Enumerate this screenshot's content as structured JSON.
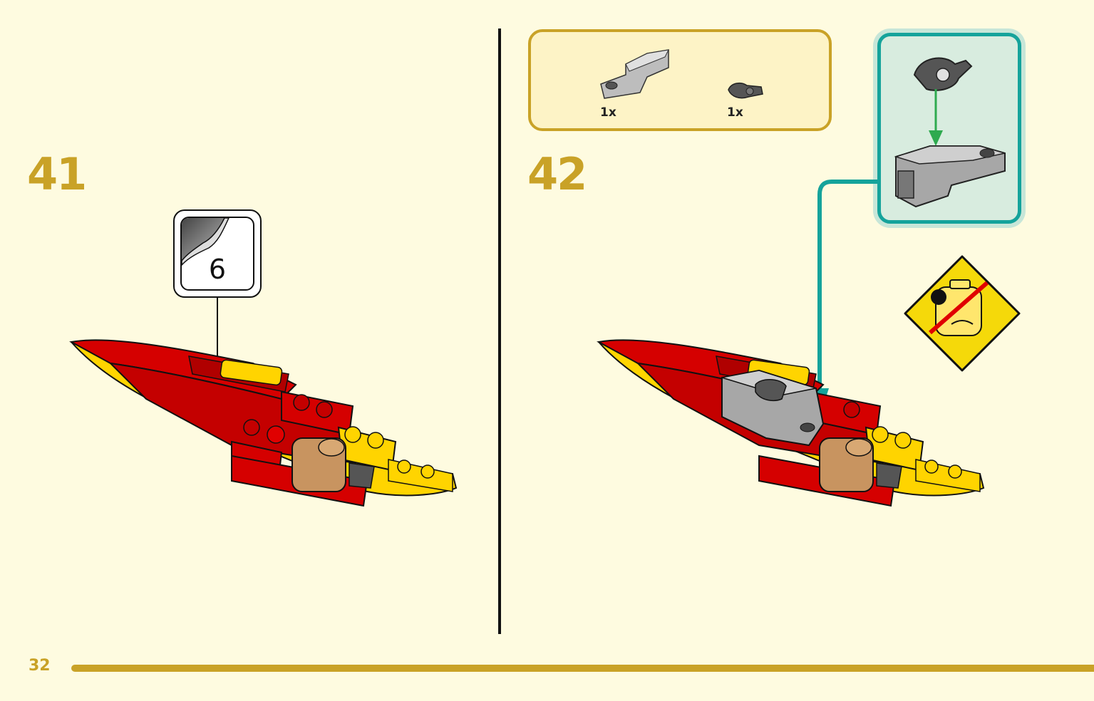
{
  "steps": {
    "left": {
      "number": "41",
      "sticker_number": "6"
    },
    "right": {
      "number": "42",
      "parts": [
        {
          "qty": "1x",
          "icon": "grey-bracket-plate-icon"
        },
        {
          "qty": "1x",
          "icon": "dark-grey-clip-icon"
        }
      ]
    }
  },
  "footer": {
    "page_number": "32"
  },
  "colors": {
    "background": "#fefbe0",
    "accent": "#c9a227",
    "callout": "#15a39b",
    "arrow": "#2eaa4f",
    "warning": "#f5d90a"
  }
}
